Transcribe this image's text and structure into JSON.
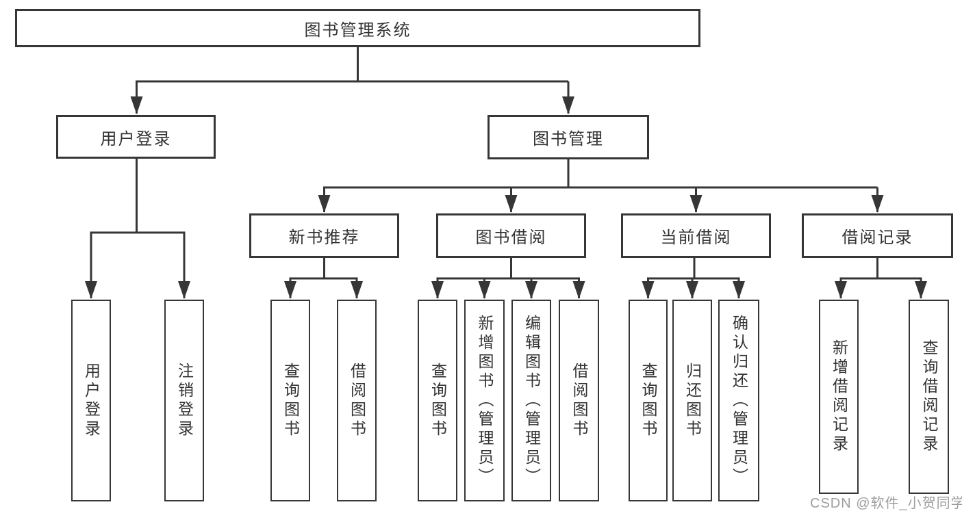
{
  "watermark": "CSDN @软件_小贺同学",
  "diagram_type": "hierarchy-tree",
  "tree": {
    "root": {
      "label": "图书管理系统",
      "children": [
        {
          "label": "用户登录",
          "children": [
            {
              "label": "用户登录"
            },
            {
              "label": "注销登录"
            }
          ]
        },
        {
          "label": "图书管理",
          "children": [
            {
              "label": "新书推荐",
              "children": [
                {
                  "label": "查询图书"
                },
                {
                  "label": "借阅图书"
                }
              ]
            },
            {
              "label": "图书借阅",
              "children": [
                {
                  "label": "查询图书"
                },
                {
                  "label": "新增图书（管理员）"
                },
                {
                  "label": "编辑图书（管理员）"
                },
                {
                  "label": "借阅图书"
                }
              ]
            },
            {
              "label": "当前借阅",
              "children": [
                {
                  "label": "查询图书"
                },
                {
                  "label": "归还图书"
                },
                {
                  "label": "确认归还（管理员）"
                }
              ]
            },
            {
              "label": "借阅记录",
              "children": [
                {
                  "label": "新增借阅记录"
                },
                {
                  "label": "查询借阅记录"
                }
              ]
            }
          ]
        }
      ]
    }
  },
  "colors": {
    "line": "#363636",
    "text": "#333333",
    "watermark": "#9e9e9e",
    "background": "#ffffff"
  }
}
